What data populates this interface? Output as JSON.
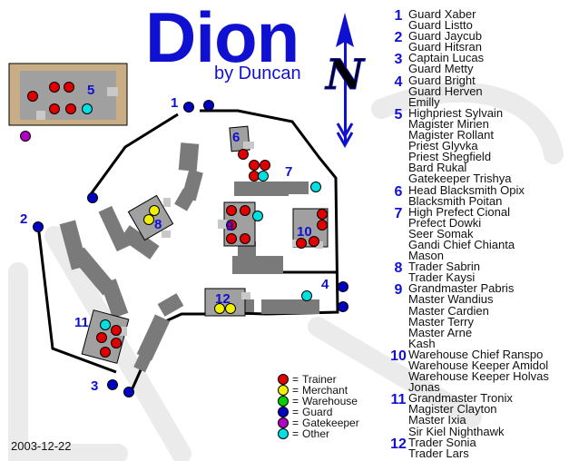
{
  "title": "Dion",
  "byline": "by Duncan",
  "date": "2003-12-22",
  "colors": {
    "trainer": "#e00000",
    "merchant": "#f0f000",
    "warehouse": "#00d000",
    "guard": "#0000c0",
    "gatekeeper": "#b000c0",
    "other": "#00e0e0",
    "building": "#a0a0a0",
    "wall": "#000000",
    "numbers": "#1010d0"
  },
  "legend": [
    {
      "label": "Trainer",
      "color": "#e00000"
    },
    {
      "label": "Merchant",
      "color": "#f0f000"
    },
    {
      "label": "Warehouse",
      "color": "#00d000"
    },
    {
      "label": "Guard",
      "color": "#0000c0"
    },
    {
      "label": "Gatekeeper",
      "color": "#b000c0"
    },
    {
      "label": "Other",
      "color": "#00e0e0"
    }
  ],
  "legend_prefix": "=",
  "npcs": [
    {
      "num": "1",
      "names": [
        "Guard Xaber",
        "Guard Listto"
      ]
    },
    {
      "num": "2",
      "names": [
        "Guard Jaycub",
        "Guard Hitsran"
      ]
    },
    {
      "num": "3",
      "names": [
        "Captain Lucas",
        "Guard Metty"
      ]
    },
    {
      "num": "4",
      "names": [
        "Guard Bright",
        "Guard Herven",
        "Emilly"
      ]
    },
    {
      "num": "5",
      "names": [
        "Highpriest Sylvain",
        "Magister Mirien",
        "Magister Rollant",
        "Priest Glyvka",
        "Priest Shegfield",
        "Bard Rukal",
        "Gatekeeper Trishya"
      ]
    },
    {
      "num": "6",
      "names": [
        "Head Blacksmith Opix",
        "Blacksmith Poitan"
      ]
    },
    {
      "num": "7",
      "names": [
        "High Prefect Cional",
        "Prefect Dowki",
        "Seer Somak",
        "Gandi Chief Chianta",
        "Mason"
      ]
    },
    {
      "num": "8",
      "names": [
        "Trader Sabrin",
        "Trader Kaysi"
      ]
    },
    {
      "num": "9",
      "names": [
        "Grandmaster Pabris",
        "Master Wandius",
        "Master Cardien",
        "Master Terry",
        "Master Arne",
        "Kash"
      ]
    },
    {
      "num": "10",
      "names": [
        "Warehouse Chief Ranspo",
        "Warehouse Keeper Amidol",
        "Warehouse Keeper Holvas",
        "Jonas"
      ]
    },
    {
      "num": "11",
      "names": [
        "Grandmaster Tronix",
        "Magister Clayton",
        "Master Ixia",
        "Sir Kiel Nighthawk"
      ]
    },
    {
      "num": "12",
      "names": [
        "Trader Sonia",
        "Trader Lars"
      ]
    }
  ],
  "map_labels": [
    "1",
    "2",
    "3",
    "4",
    "5",
    "6",
    "7",
    "8",
    "9",
    "10",
    "11",
    "12"
  ],
  "compass": {
    "letter": "N",
    "icon": "north-arrow-icon"
  }
}
